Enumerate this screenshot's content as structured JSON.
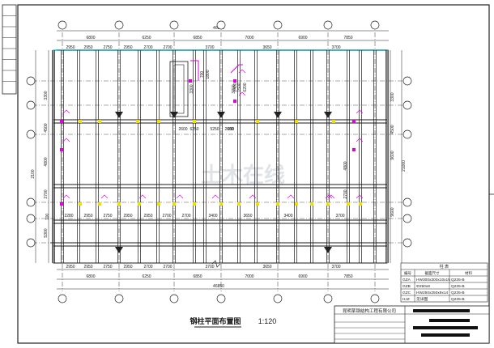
{
  "title": "钢柱平面布置图",
  "scale": "1:120",
  "dimensions": {
    "top_overall": "46850",
    "top_groups": [
      "6800",
      "6250",
      "6850",
      "7000",
      "6900",
      "7850"
    ],
    "top_bays": [
      "2950",
      "2950",
      "2750",
      "2950",
      "2700",
      "2700",
      "3700",
      "3650",
      "3700"
    ],
    "bottom_bays": [
      "2950",
      "2950",
      "2750",
      "2950",
      "2700",
      "2700",
      "3700",
      "3650",
      "3700"
    ],
    "bottom_groups": [
      "6800",
      "6250",
      "6850",
      "7000",
      "6900",
      "7850"
    ],
    "bottom_overall": "46850",
    "row_bays": [
      "2280",
      "2950",
      "2750",
      "2950",
      "2950",
      "2700",
      "2700",
      "3400",
      "3650",
      "3400",
      "3700"
    ],
    "left_vertical": [
      "3300",
      "4500",
      "4800",
      "2700",
      "2100",
      "5300",
      "100"
    ],
    "right_vertical": [
      "3300",
      "4500",
      "9600",
      "9600",
      "4800",
      "2700",
      "21000"
    ],
    "interior": [
      "3300",
      "700",
      "1800",
      "3300",
      "1500",
      "6200",
      "2600",
      "6250",
      "5250",
      "2600",
      "2400",
      "950"
    ]
  },
  "legend": {
    "header": "柱 表",
    "columns": [
      "编号",
      "截面尺寸",
      "材料"
    ],
    "rows": [
      {
        "id": "GZA",
        "size": "HW300x300x10x15",
        "material": "Q235-B"
      },
      {
        "id": "GZB",
        "size": "Φ250x8",
        "material": "Q235-B"
      },
      {
        "id": "GZC",
        "size": "HW250x250x9x14",
        "material": "Q235-B"
      },
      {
        "id": "HJZ",
        "size": "见详图",
        "material": "Q235-B"
      }
    ]
  },
  "title_block": {
    "company": "昆明某钢结构工程有限公司"
  },
  "watermark": "土木在线",
  "colors": {
    "line": "#1a1a1a",
    "magenta": "#e000e0",
    "yellow": "#f0e000",
    "cyan": "#00d0e0",
    "grid": "#555555"
  }
}
